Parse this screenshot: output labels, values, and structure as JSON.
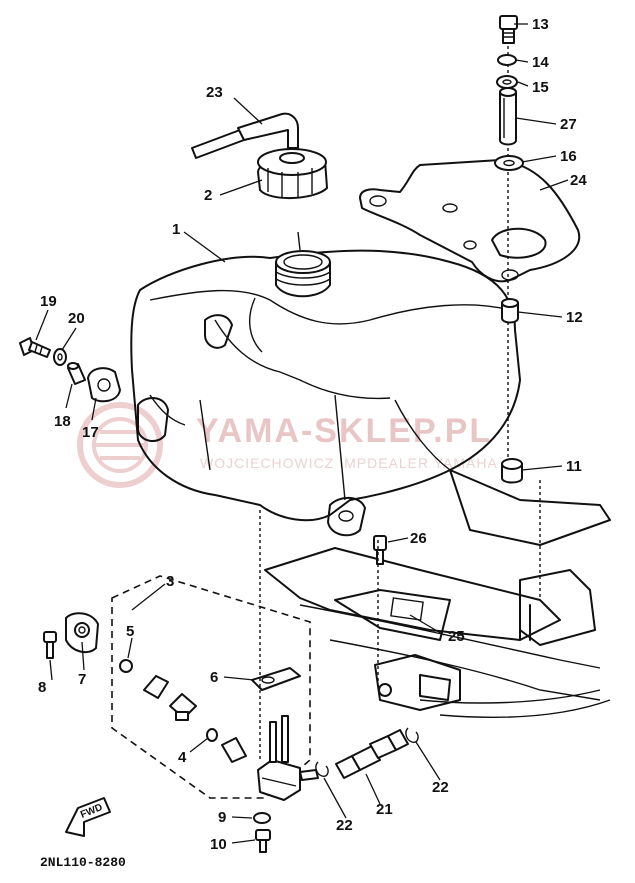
{
  "diagram_code": "2NL110-8280",
  "watermark": {
    "line1": "YAMA-SKLEP.PL",
    "line2": "WOJCIECHOWICZ IMPDEALER YAMAHA"
  },
  "forward_arrow_label": "FWD",
  "callouts": {
    "c1": "1",
    "c2": "2",
    "c3": "3",
    "c4": "4",
    "c5": "5",
    "c6": "6",
    "c7": "7",
    "c8": "8",
    "c9": "9",
    "c10": "10",
    "c11": "11",
    "c12": "12",
    "c13": "13",
    "c14": "14",
    "c15": "15",
    "c16": "16",
    "c17": "17",
    "c18": "18",
    "c19": "19",
    "c20": "20",
    "c21": "21",
    "c22a": "22",
    "c22b": "22",
    "c23": "23",
    "c24": "24",
    "c25": "25",
    "c26": "26",
    "c27": "27"
  }
}
